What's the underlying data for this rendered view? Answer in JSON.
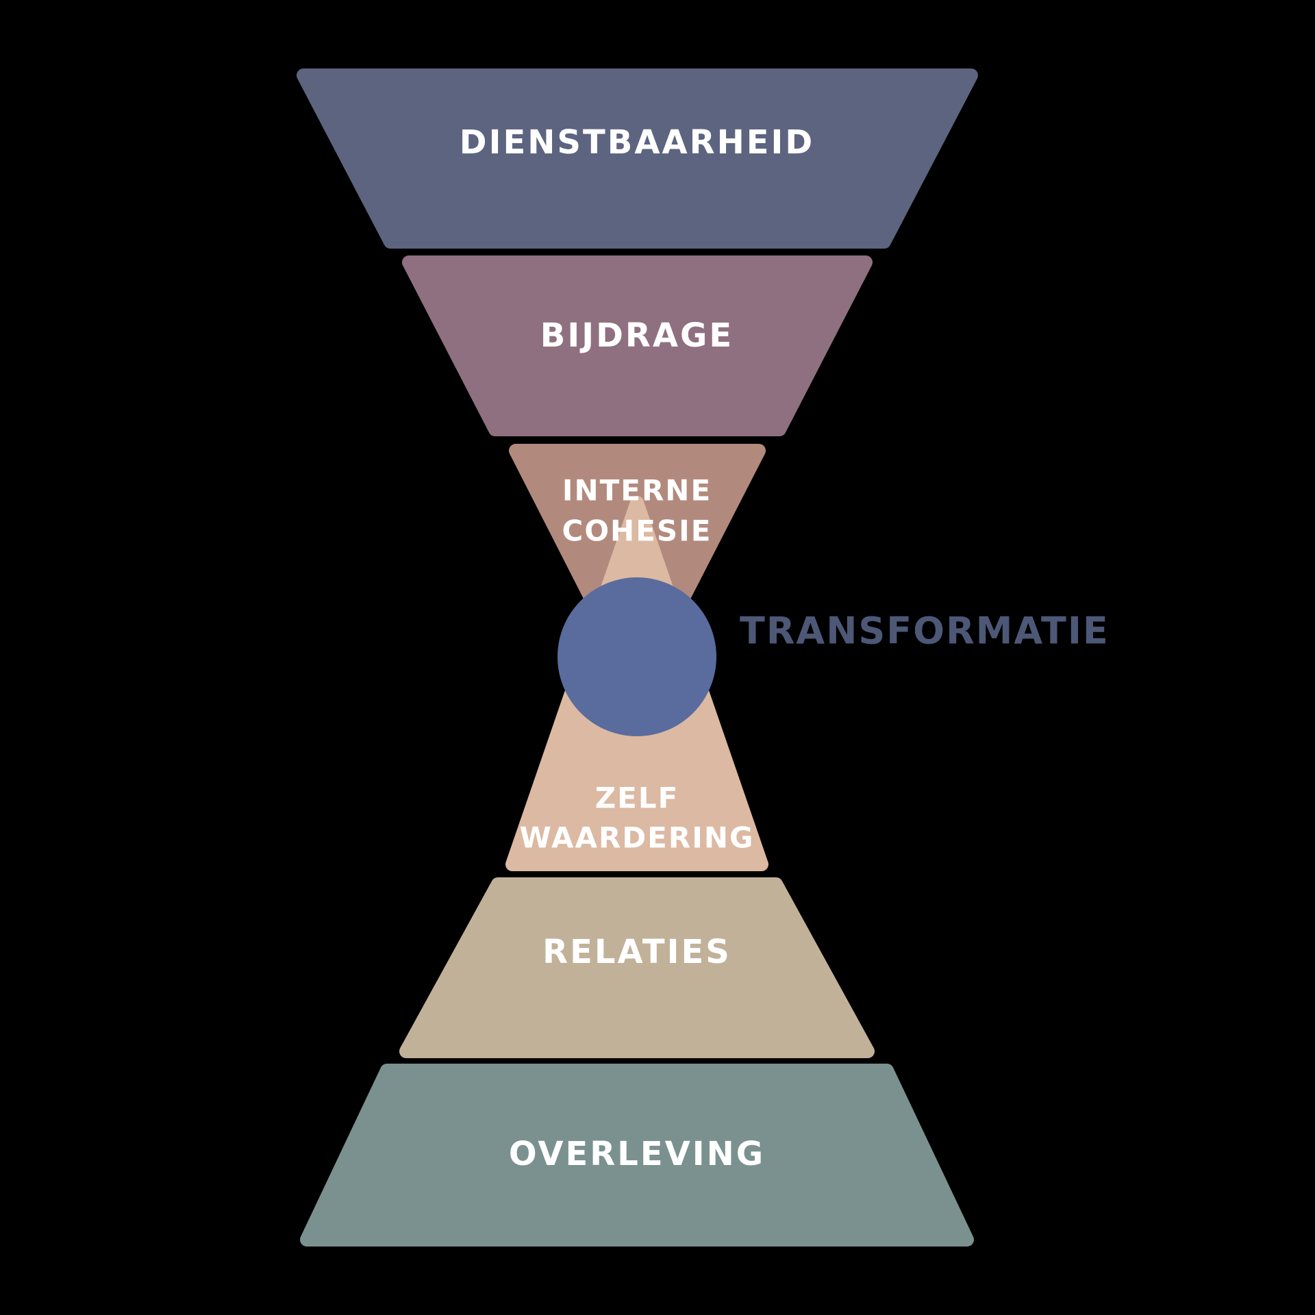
{
  "background_color": "#000000",
  "diagram": {
    "title_implicit": "hourglass-levels-diagram",
    "circle": {
      "color": "#5A6C9E"
    },
    "center_label": {
      "text": "TRANSFORMATIE",
      "color": "#4D5877"
    },
    "levels": [
      {
        "id": "dienstbaarheid",
        "label": "DIENSTBAARHEID",
        "color": "#5C6480",
        "shape": "inverted-trapezoid",
        "position": "top-1"
      },
      {
        "id": "bijdrage",
        "label": "BIJDRAGE",
        "color": "#8F7080",
        "shape": "inverted-trapezoid",
        "position": "top-2"
      },
      {
        "id": "interne-cohesie",
        "label_line1": "INTERNE",
        "label_line2": "COHESIE",
        "color": "#B28A7D",
        "shape": "inverted-triangle",
        "position": "top-3"
      },
      {
        "id": "zelfwaardering",
        "label_line1": "ZELF",
        "label_line2": "WAARDERING",
        "color": "#DCB9A2",
        "shape": "triangle",
        "position": "bottom-3"
      },
      {
        "id": "relaties",
        "label": "RELATIES",
        "color": "#C2B199",
        "shape": "trapezoid",
        "position": "bottom-2"
      },
      {
        "id": "overleving",
        "label": "OVERLEVING",
        "color": "#7A918F",
        "shape": "trapezoid",
        "position": "bottom-1"
      }
    ]
  }
}
